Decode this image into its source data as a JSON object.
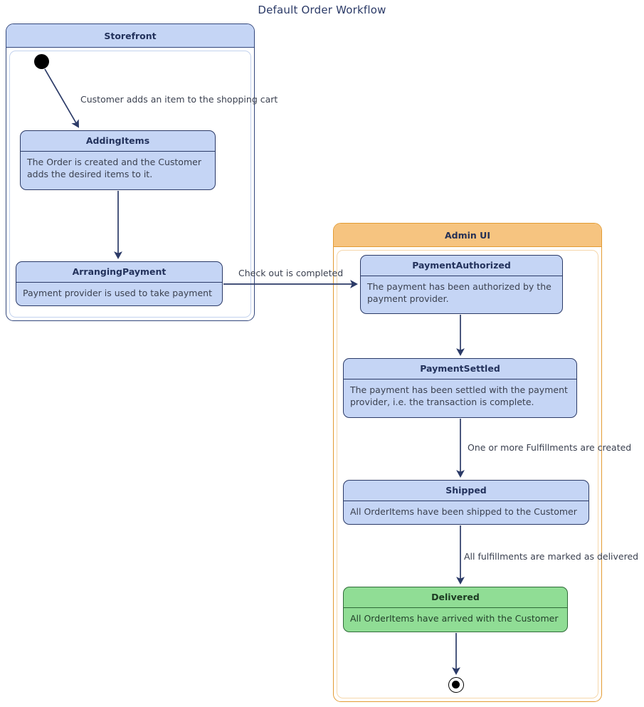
{
  "title": "Default Order Workflow",
  "colors": {
    "state_fill": "#c5d5f5",
    "state_border": "#2b3a67",
    "storefront_header": "#c5d5f5",
    "storefront_border": "#33477c",
    "adminui_header": "#f6c480",
    "adminui_border": "#e39b33",
    "delivered_fill": "#90dd95",
    "delivered_border": "#2e6b38",
    "title_color": "#2b3a67",
    "edge_color": "#2b3a67"
  },
  "containers": {
    "storefront": {
      "label": "Storefront"
    },
    "adminui": {
      "label": "Admin UI"
    }
  },
  "states": {
    "adding_items": {
      "name": "AddingItems",
      "description": "The Order is created and the Customer adds the desired items to it."
    },
    "arranging_payment": {
      "name": "ArrangingPayment",
      "description": "Payment provider is used to take payment"
    },
    "payment_authorized": {
      "name": "PaymentAuthorized",
      "description": "The payment has been authorized by the payment provider."
    },
    "payment_settled": {
      "name": "PaymentSettled",
      "description": "The payment has been settled with the payment provider, i.e. the transaction is complete."
    },
    "shipped": {
      "name": "Shipped",
      "description": "All OrderItems have been shipped to the Customer"
    },
    "delivered": {
      "name": "Delivered",
      "description": "All OrderItems have arrived with the Customer"
    }
  },
  "transitions": {
    "t1": {
      "label": "Customer adds an item to the shopping cart",
      "from": "initial",
      "to": "AddingItems"
    },
    "t2": {
      "label": "",
      "from": "AddingItems",
      "to": "ArrangingPayment"
    },
    "t3": {
      "label": "Check out is completed",
      "from": "ArrangingPayment",
      "to": "PaymentAuthorized"
    },
    "t4": {
      "label": "",
      "from": "PaymentAuthorized",
      "to": "PaymentSettled"
    },
    "t5": {
      "label": "One or more Fulfillments are created",
      "from": "PaymentSettled",
      "to": "Shipped"
    },
    "t6": {
      "label": "All fulfillments are marked as delivered",
      "from": "Shipped",
      "to": "Delivered"
    },
    "t7": {
      "label": "",
      "from": "Delivered",
      "to": "final"
    }
  },
  "pseudo_states": {
    "initial": {
      "name": "initial-state"
    },
    "final": {
      "name": "final-state"
    }
  }
}
